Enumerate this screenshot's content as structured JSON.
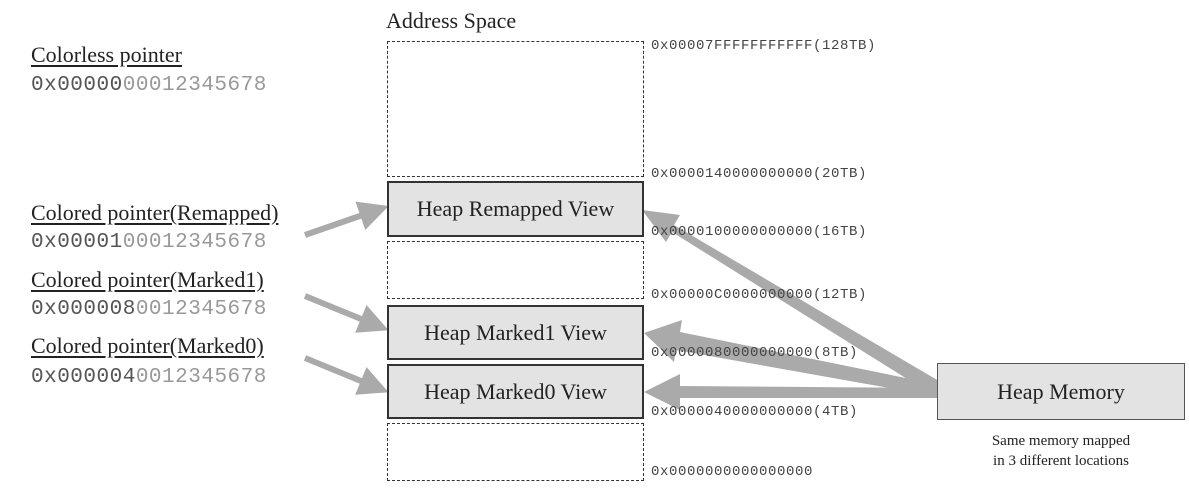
{
  "address_space_title": "Address Space",
  "pointers": [
    {
      "label": "Colorless pointer",
      "value_prefix": "0x00000",
      "value_suffix": "00012345678"
    },
    {
      "label": "Colored pointer(Remapped)",
      "value_prefix": "0x00001",
      "value_suffix": "00012345678"
    },
    {
      "label": "Colored pointer(Marked1)",
      "value_prefix": "0x00000",
      "value_mid": "8",
      "value_suffix": "0012345678"
    },
    {
      "label": "Colored pointer(Marked0)",
      "value_prefix": "0x00000",
      "value_mid": "4",
      "value_suffix": "0012345678"
    }
  ],
  "views": {
    "remapped": "Heap Remapped View",
    "marked1": "Heap Marked1 View",
    "marked0": "Heap Marked0 View"
  },
  "addresses": [
    "0x00007FFFFFFFFFFF(128TB)",
    "0x0000140000000000(20TB)",
    "0x0000100000000000(16TB)",
    "0x00000C0000000000(12TB)",
    "0x0000080000000000(8TB)",
    "0x0000040000000000(4TB)",
    "0x0000000000000000"
  ],
  "heap_memory": {
    "label": "Heap Memory",
    "note_line1": "Same memory mapped",
    "note_line2": "in 3 different locations"
  },
  "colors": {
    "arrow": "#aaaaaa",
    "box_fill": "#e3e3e3"
  }
}
